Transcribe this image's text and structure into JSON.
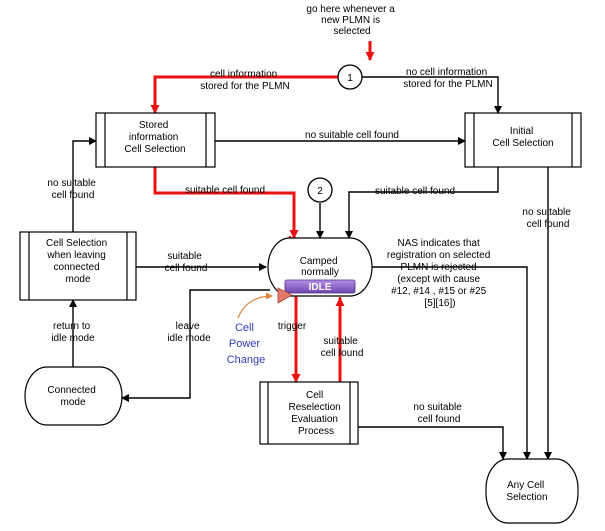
{
  "nodes": {
    "stored": [
      "Stored",
      "information",
      "Cell Selection"
    ],
    "initial": [
      "Initial",
      "Cell Selection"
    ],
    "leaving": [
      "Cell Selection",
      "when leaving",
      "connected",
      "mode"
    ],
    "camped": [
      "Camped",
      "normally"
    ],
    "idle": "IDLE",
    "connected": [
      "Connected",
      "mode"
    ],
    "reselection": [
      "Cell",
      "Reselection",
      "Evaluation",
      "Process"
    ],
    "any": [
      "Any Cell",
      "Selection"
    ],
    "c1": "1",
    "c2": "2"
  },
  "labels": {
    "plmn": [
      "go here whenever a",
      "new PLMN is",
      "selected"
    ],
    "cell_info": [
      "cell information",
      "stored for the PLMN"
    ],
    "no_cell_info": [
      "no cell information",
      "stored for the PLMN"
    ],
    "nsc_mid": "no suitable cell found",
    "nsc_left": [
      "no suitable",
      "cell found"
    ],
    "scf_red": "suitable cell found",
    "scf_right": "suitable cell found",
    "nsc_right": [
      "no suitable",
      "cell found"
    ],
    "scf_left": [
      "suitable",
      "cell found"
    ],
    "nas": [
      "NAS indicates that",
      "registration on selected",
      "PLMN is rejected",
      "(except with cause",
      "#12, #14 , #15  or #25",
      "[5][16])"
    ],
    "return_idle": [
      "return to",
      "idle mode"
    ],
    "leave_idle": [
      "leave",
      "idle mode"
    ],
    "cell_power": [
      "Cell",
      "Power",
      "Change"
    ],
    "trigger": "trigger",
    "scf_bottom": [
      "suitable",
      "cell found"
    ],
    "nsc_bottom": [
      "no suitable",
      "cell found"
    ]
  },
  "colors": {
    "red": "#ee1111",
    "black": "#000000",
    "idle_fill": "#8a5fc4",
    "blue_text": "#2f3fbf",
    "orange": "#e0843a"
  }
}
